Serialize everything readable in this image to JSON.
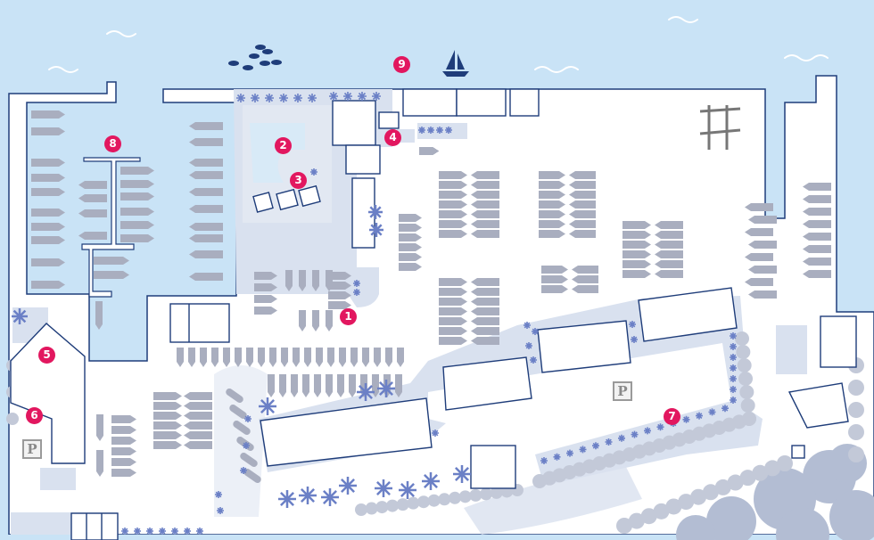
{
  "map": {
    "colors": {
      "sea": "#c9e3f6",
      "land": "#ffffff",
      "paved": "#d9e1ef",
      "outline": "#1f3d7a",
      "boat": "#a9aebf",
      "tree": "#6b80c6",
      "marker": "#e2175f",
      "forest": "#b3bdd3"
    },
    "markers": [
      {
        "label": "1"
      },
      {
        "label": "2"
      },
      {
        "label": "3"
      },
      {
        "label": "4"
      },
      {
        "label": "5"
      },
      {
        "label": "6"
      },
      {
        "label": "7"
      },
      {
        "label": "8"
      },
      {
        "label": "9"
      }
    ],
    "parking": [
      {
        "label": "P"
      },
      {
        "label": "P"
      }
    ],
    "icons": [
      "fish-school-icon",
      "sailboat-icon",
      "wave-icon"
    ]
  }
}
